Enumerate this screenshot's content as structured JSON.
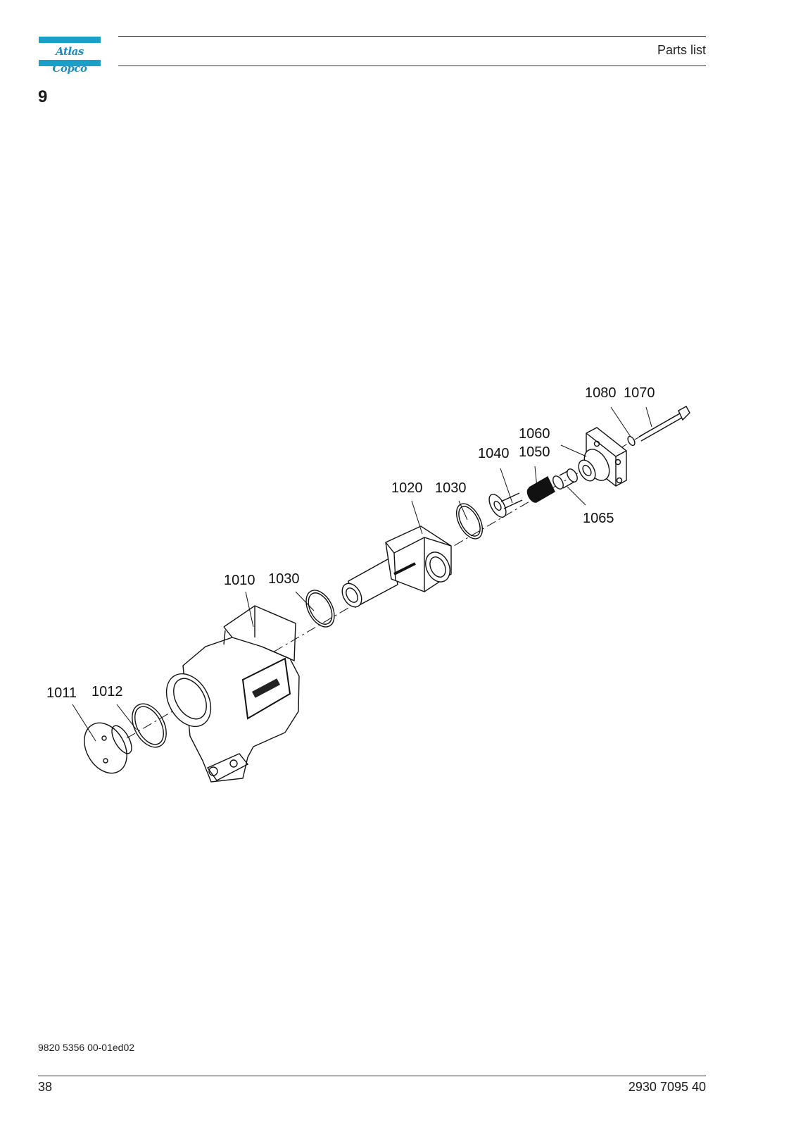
{
  "header": {
    "brand_logo": "Atlas Copco",
    "title": "Parts list"
  },
  "section": {
    "number": "9"
  },
  "callouts": {
    "c1080": "1080",
    "c1070": "1070",
    "c1060": "1060",
    "c1040": "1040",
    "c1050": "1050",
    "c1020": "1020",
    "c1030a": "1030",
    "c1065": "1065",
    "c1010": "1010",
    "c1030b": "1030",
    "c1011": "1011",
    "c1012": "1012"
  },
  "footer": {
    "doc_code": "9820 5356 00-01ed02",
    "page_number": "38",
    "part_number": "2930 7095 40"
  },
  "colors": {
    "brand_blue": "#1aa0c8",
    "rule": "#333333"
  }
}
